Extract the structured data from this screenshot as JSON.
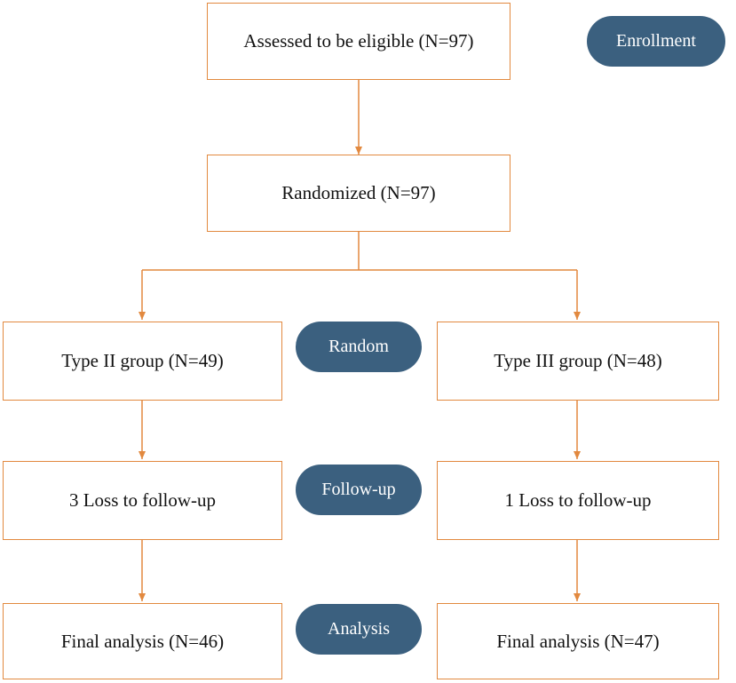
{
  "boxes": {
    "assessed": "Assessed to be eligible (N=97)",
    "randomized": "Randomized (N=97)",
    "type2_group": "Type II group (N=49)",
    "type3_group": "Type III group (N=48)",
    "type2_loss": "3 Loss to follow-up",
    "type3_loss": "1 Loss to follow-up",
    "type2_final": "Final analysis (N=46)",
    "type3_final": "Final analysis (N=47)"
  },
  "stages": {
    "enrollment": "Enrollment",
    "random": "Random",
    "follow_up": "Follow-up",
    "analysis": "Analysis"
  },
  "colors": {
    "box_border": "#E2893F",
    "arrow": "#E2893F",
    "stage_pill": "#3B607F",
    "stage_text": "#FFFFFF"
  }
}
